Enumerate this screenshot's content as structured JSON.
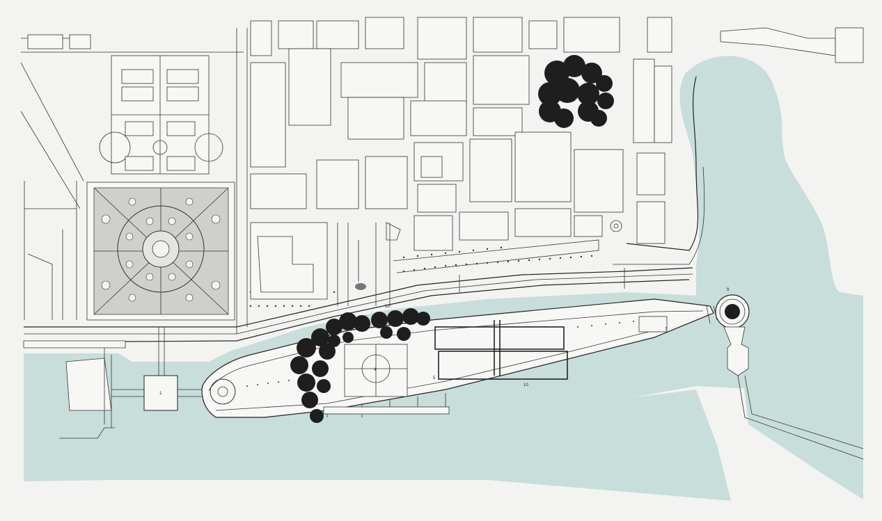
{
  "map": {
    "water_color": "#c7dedb",
    "paper_color": "#f3f3f1",
    "line_color": "#333333",
    "tree_color": "#1e1e1e",
    "plan_labels": [
      "1",
      "4",
      "5",
      "7",
      "9",
      "10",
      "12"
    ]
  }
}
